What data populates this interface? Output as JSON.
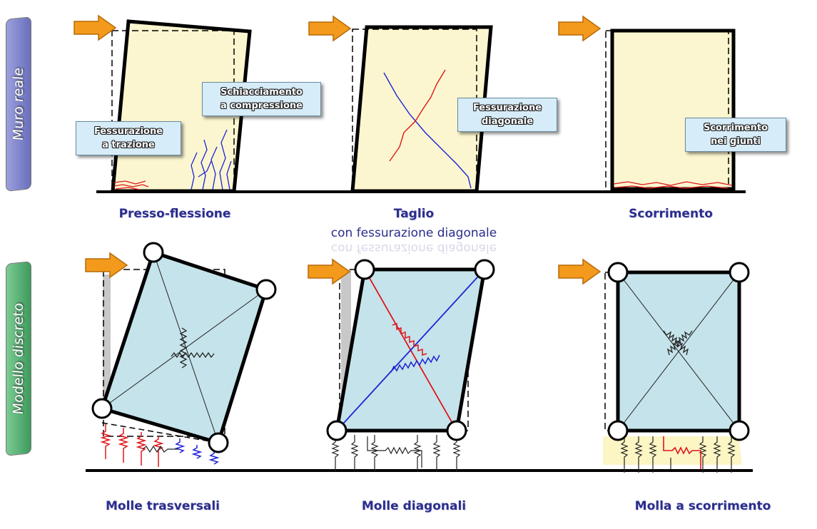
{
  "side_labels": {
    "top": "Muro reale",
    "bottom": "Modello discreto"
  },
  "captions": {
    "top": [
      "Presso-flessione",
      "Taglio",
      "Scorrimento"
    ],
    "top_subtitle": "con fessurazione diagonale",
    "bottom": [
      "Molle trasversali",
      "Molle diagonali",
      "Molla a scorrimento"
    ]
  },
  "callouts": {
    "trazione": [
      "Fessurazione",
      "a trazione"
    ],
    "compressione": [
      "Schiacciamento",
      "a compressione"
    ],
    "diagonale": [
      "Fessurazione",
      "diagonale"
    ],
    "giunti": [
      "Scorrimento",
      "nei giunti"
    ]
  },
  "colors": {
    "wall_fill": "#fbf6cf",
    "model_fill": "#c5e3ea",
    "arrow": "#f39a1c",
    "caption": "#2b2d8c",
    "crack_red": "#e0161b",
    "crack_blue": "#1d22d6",
    "side_top": "#7b80c6",
    "side_bottom": "#4da86b"
  }
}
